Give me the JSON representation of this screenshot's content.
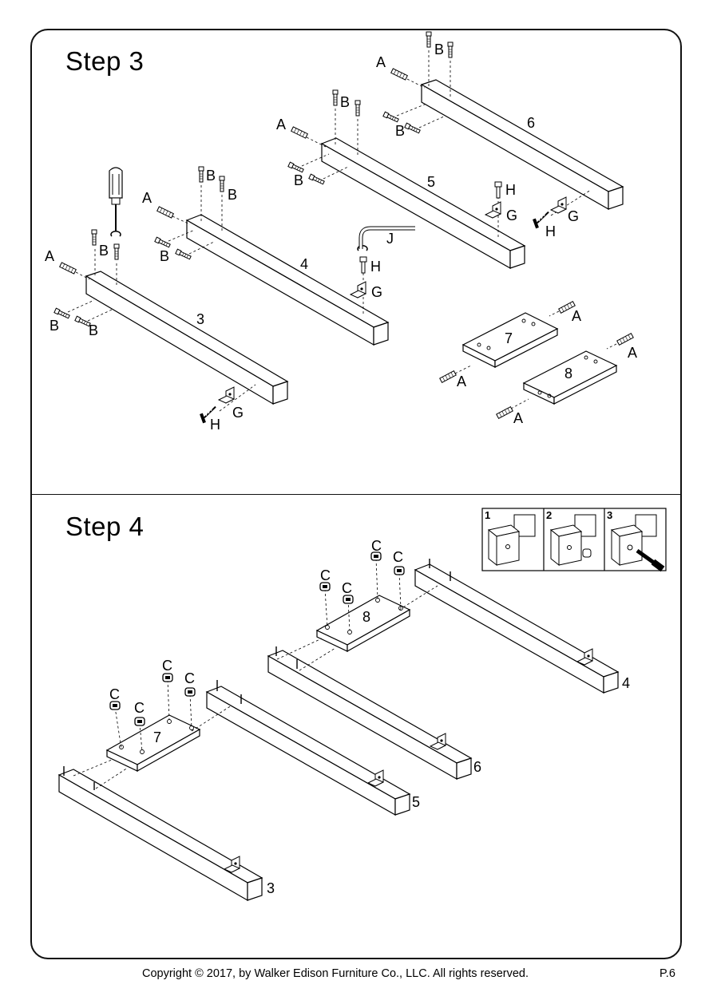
{
  "steps": [
    {
      "title": "Step  3"
    },
    {
      "title": "Step  4"
    }
  ],
  "step3": {
    "parts": {
      "p3": "3",
      "p4": "4",
      "p5": "5",
      "p6": "6",
      "p7": "7",
      "p8": "8"
    },
    "hardware": {
      "A": "A",
      "B": "B",
      "G": "G",
      "H": "H",
      "J": "J"
    }
  },
  "step4": {
    "parts": {
      "p3": "3",
      "p4": "4",
      "p5": "5",
      "p6": "6",
      "p7": "7",
      "p8": "8"
    },
    "hardware": {
      "C": "C"
    },
    "inset_steps": [
      "1",
      "2",
      "3"
    ]
  },
  "footer": {
    "copyright": "Copyright  © 2017, by Walker Edison Furniture Co., LLC. All rights reserved.",
    "page": "P.6"
  }
}
